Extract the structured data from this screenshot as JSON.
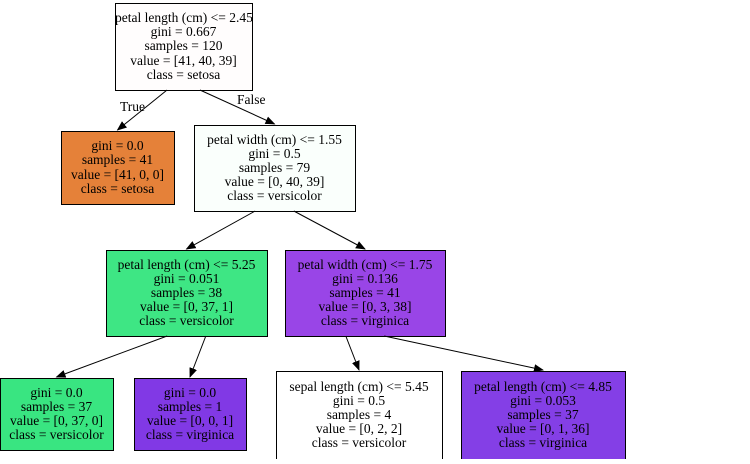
{
  "tree": {
    "nodes": [
      {
        "id": "root",
        "lines": [
          "petal length (cm) <= 2.45",
          "gini = 0.667",
          "samples = 120",
          "value = [41, 40, 39]",
          "class = setosa"
        ],
        "fill": "#fffdfd"
      },
      {
        "id": "n1",
        "lines": [
          "gini = 0.0",
          "samples = 41",
          "value = [41, 0, 0]",
          "class = setosa"
        ],
        "fill": "#e58139"
      },
      {
        "id": "n2",
        "lines": [
          "petal width (cm) <= 1.55",
          "gini = 0.5",
          "samples = 79",
          "value = [0, 40, 39]",
          "class = versicolor"
        ],
        "fill": "#fafffc"
      },
      {
        "id": "n3",
        "lines": [
          "petal length (cm) <= 5.25",
          "gini = 0.051",
          "samples = 38",
          "value = [0, 37, 1]",
          "class = versicolor"
        ],
        "fill": "#3ee684"
      },
      {
        "id": "n4",
        "lines": [
          "petal width (cm) <= 1.75",
          "gini = 0.136",
          "samples = 41",
          "value = [0, 3, 38]",
          "class = virginica"
        ],
        "fill": "#9945e7"
      },
      {
        "id": "n5",
        "lines": [
          "gini = 0.0",
          "samples = 37",
          "value = [0, 37, 0]",
          "class = versicolor"
        ],
        "fill": "#39e581"
      },
      {
        "id": "n6",
        "lines": [
          "gini = 0.0",
          "samples = 1",
          "value = [0, 0, 1]",
          "class = virginica"
        ],
        "fill": "#8139e5"
      },
      {
        "id": "n7",
        "lines": [
          "sepal length (cm) <= 5.45",
          "gini = 0.5",
          "samples = 4",
          "value = [0, 2, 2]",
          "class = versicolor"
        ],
        "fill": "#ffffff"
      },
      {
        "id": "n8",
        "lines": [
          "petal length (cm) <= 4.85",
          "gini = 0.053",
          "samples = 37",
          "value = [0, 1, 36]",
          "class = virginica"
        ],
        "fill": "#843fe6"
      }
    ],
    "edges": [
      {
        "from": "root",
        "to": "n1",
        "label": "True"
      },
      {
        "from": "root",
        "to": "n2",
        "label": "False"
      },
      {
        "from": "n2",
        "to": "n3",
        "label": ""
      },
      {
        "from": "n2",
        "to": "n4",
        "label": ""
      },
      {
        "from": "n3",
        "to": "n5",
        "label": ""
      },
      {
        "from": "n3",
        "to": "n6",
        "label": ""
      },
      {
        "from": "n4",
        "to": "n7",
        "label": ""
      },
      {
        "from": "n4",
        "to": "n8",
        "label": ""
      }
    ],
    "stroke_color": "#000000"
  }
}
